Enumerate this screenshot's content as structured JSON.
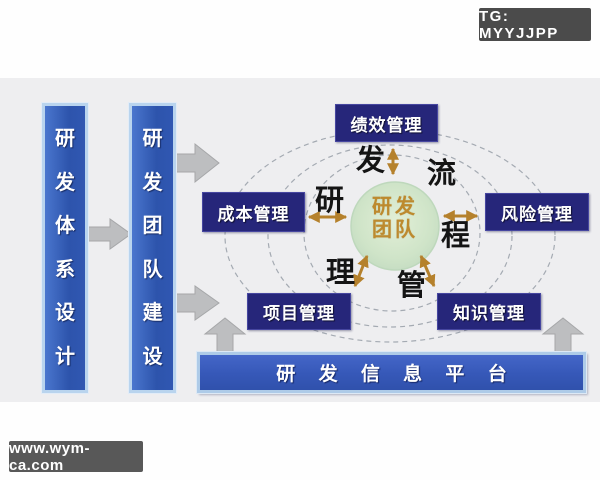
{
  "badges": {
    "tg": "TG: MYYJJPP",
    "watermark": "www.wym-ca.com"
  },
  "pillars": [
    {
      "id": "rd-system-design",
      "label": "研发体系设计",
      "chars": [
        "研",
        "发",
        "体",
        "系",
        "设",
        "计"
      ]
    },
    {
      "id": "rd-team-building",
      "label": "研发团队建设",
      "chars": [
        "研",
        "发",
        "团",
        "队",
        "建",
        "设"
      ]
    }
  ],
  "boxes": [
    {
      "id": "performance",
      "label": "绩效管理"
    },
    {
      "id": "cost",
      "label": "成本管理"
    },
    {
      "id": "risk",
      "label": "风险管理"
    },
    {
      "id": "project",
      "label": "项目管理"
    },
    {
      "id": "knowledge",
      "label": "知识管理"
    }
  ],
  "ring_labels": [
    {
      "id": "fa",
      "char": "发"
    },
    {
      "id": "liu",
      "char": "流"
    },
    {
      "id": "yan",
      "char": "研"
    },
    {
      "id": "cheng",
      "char": "程"
    },
    {
      "id": "li",
      "char": "理"
    },
    {
      "id": "guan",
      "char": "管"
    }
  ],
  "ring_phrase": "研发流程管理",
  "center": {
    "line1": "研发",
    "line2": "团队"
  },
  "platform": {
    "label": "研 发 信 息 平 台"
  },
  "colors": {
    "panel_bg": "#eeeef0",
    "pillar_blue": "#2d54ac",
    "pillar_border": "#b9d4ee",
    "box_navy": "#26267a",
    "platform_blue": "#3658b8",
    "platform_border": "#aecbe8",
    "core_green": "#cfe4c8",
    "core_text_orange": "#bd8a2e",
    "arrow_orange": "#b5812c",
    "arrow_gray": "#bdbec0",
    "badge_gray": "#4b4b4b",
    "orbit_stroke": "#a4aab2"
  }
}
